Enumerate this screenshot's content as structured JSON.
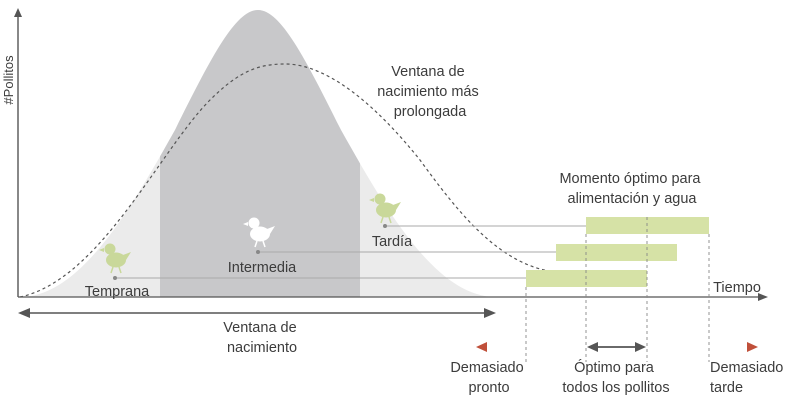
{
  "labels": {
    "y_axis": "#Pollitos",
    "x_axis": "Tiempo",
    "long_window": [
      "Ventana de",
      "nacimiento más",
      "prolongada"
    ],
    "optimal_feed": [
      "Momento óptimo para",
      "alimentación y agua"
    ],
    "early": "Temprana",
    "intermediate": "Intermedia",
    "late": "Tardía",
    "hatch_window": [
      "Ventana de",
      "nacimiento"
    ],
    "too_early": [
      "Demasiado",
      "pronto"
    ],
    "optimal_all": [
      "Óptimo para",
      "todos los pollitos"
    ],
    "too_late": [
      "Demasiado",
      "tarde"
    ]
  },
  "colors": {
    "curve_outer": "#ebebeb",
    "curve_inner": "#c8c8ca",
    "bar": "#d6e2a6",
    "chick": "#c9d89a",
    "chick_white": "#ffffff",
    "arrow_red": "#c0503a",
    "dark": "#555555",
    "guide": "#aaaaaa"
  },
  "icons": [
    "chick-icon-early",
    "chick-icon-intermediate",
    "chick-icon-late"
  ]
}
